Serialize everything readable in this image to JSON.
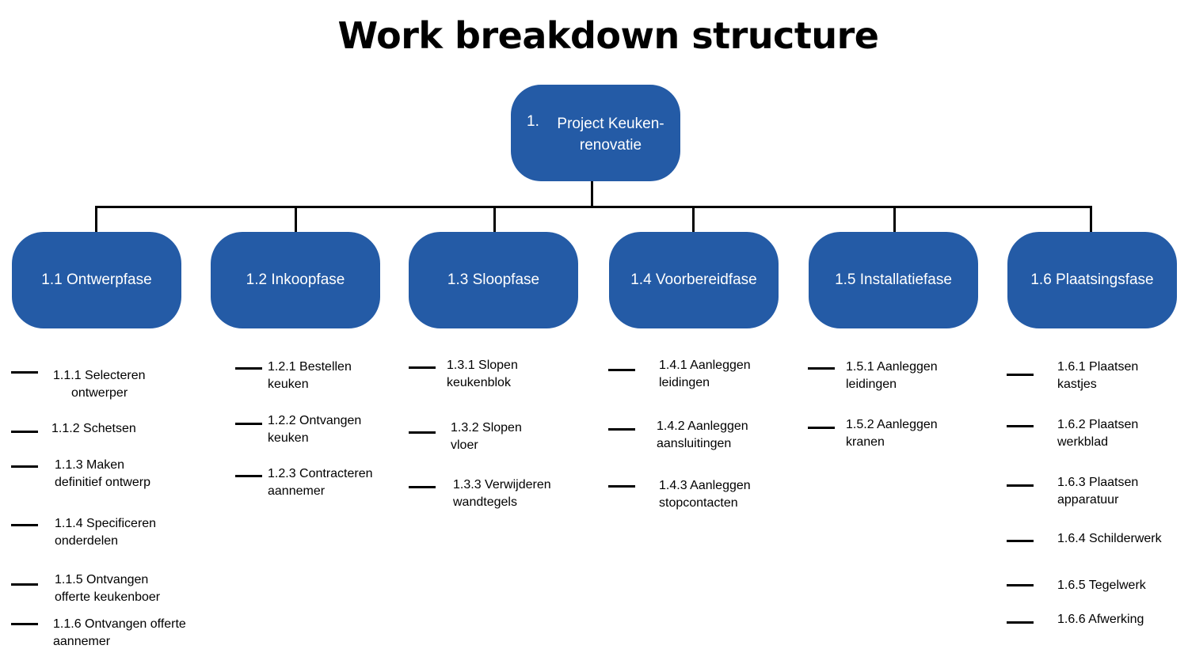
{
  "title": "Work breakdown structure",
  "root": {
    "number": "1.",
    "label_line1": "Project Keuken-",
    "label_line2": "renovatie"
  },
  "phases": [
    {
      "label": "1.1 Ontwerpfase"
    },
    {
      "label": "1.2 Inkoopfase"
    },
    {
      "label": "1.3 Sloopfase"
    },
    {
      "label": "1.4 Voorbereidfase"
    },
    {
      "label": "1.5 Installatiefase"
    },
    {
      "label": "1.6 Plaatsingsfase"
    }
  ],
  "tasks": {
    "t111": [
      "1.1.1 Selecteren",
      "ontwerper"
    ],
    "t112": [
      "1.1.2 Schetsen"
    ],
    "t113": [
      "1.1.3 Maken",
      "definitief ontwerp"
    ],
    "t114": [
      "1.1.4 Specificeren",
      "onderdelen"
    ],
    "t115": [
      "1.1.5 Ontvangen",
      "offerte keukenboer"
    ],
    "t116": [
      "1.1.6 Ontvangen offerte",
      "aannemer"
    ],
    "t121": [
      "1.2.1 Bestellen",
      "keuken"
    ],
    "t122": [
      "1.2.2 Ontvangen",
      "keuken"
    ],
    "t123": [
      "1.2.3 Contracteren",
      "aannemer"
    ],
    "t131": [
      "1.3.1 Slopen",
      "keukenblok"
    ],
    "t132": [
      "1.3.2 Slopen",
      "vloer"
    ],
    "t133": [
      "1.3.3 Verwijderen",
      "wandtegels"
    ],
    "t141": [
      "1.4.1 Aanleggen",
      "leidingen"
    ],
    "t142": [
      "1.4.2 Aanleggen",
      "aansluitingen"
    ],
    "t143": [
      "1.4.3 Aanleggen",
      "stopcontacten"
    ],
    "t151": [
      "1.5.1 Aanleggen",
      "leidingen"
    ],
    "t152": [
      "1.5.2 Aanleggen",
      "kranen"
    ],
    "t161": [
      "1.6.1 Plaatsen",
      "kastjes"
    ],
    "t162": [
      "1.6.2 Plaatsen",
      "werkblad"
    ],
    "t163": [
      "1.6.3 Plaatsen",
      "apparatuur"
    ],
    "t164": [
      "1.6.4 Schilderwerk"
    ],
    "t165": [
      "1.6.5 Tegelwerk"
    ],
    "t166": [
      "1.6.6 Afwerking"
    ]
  }
}
